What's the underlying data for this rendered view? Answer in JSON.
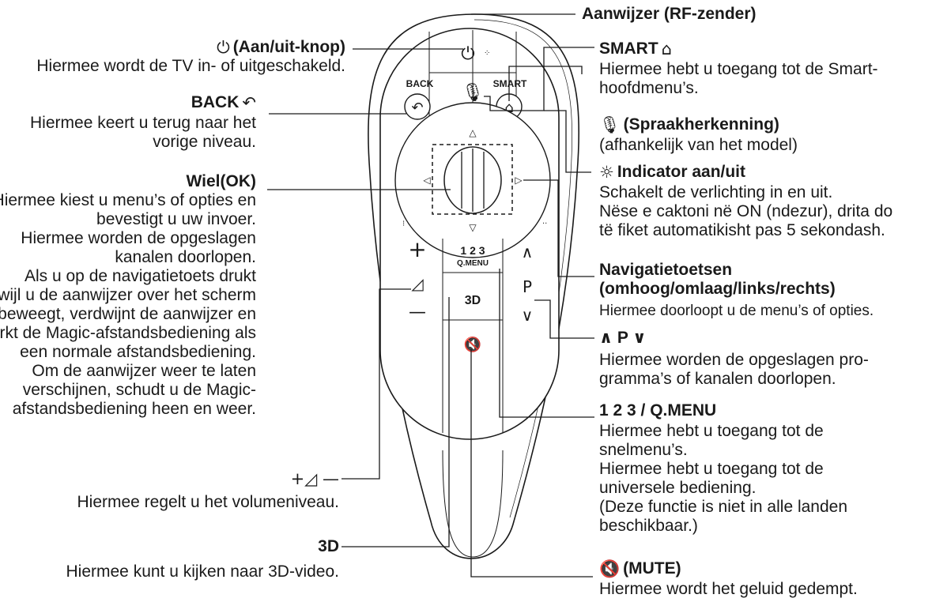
{
  "left": {
    "power": {
      "glyph": "⏻",
      "title": "(Aan/uit-knop)",
      "desc": [
        "Hiermee wordt de TV in- of uitgeschakeld."
      ]
    },
    "back": {
      "title": "BACK",
      "glyph": "↶",
      "desc": [
        "Hiermee keert u terug naar het",
        "vorige niveau."
      ]
    },
    "wheel": {
      "title": "Wiel(OK)",
      "desc": [
        "Hiermee kiest u menu’s of opties en",
        "bevestigt u uw invoer.",
        "Hiermee worden de opgeslagen",
        "kanalen doorlopen.",
        "Als u op de navigatietoets drukt",
        "terwijl u de aanwijzer over het scherm",
        "beweegt, verdwijnt de aanwijzer en",
        "werkt de Magic-afstandsbediening als",
        "een normale afstandsbediening.",
        "Om de aanwijzer weer te laten",
        "verschijnen, schudt u de Magic-",
        "afstandsbediening heen en weer."
      ]
    },
    "volume": {
      "glyph": "+◿ —",
      "desc": [
        "Hiermee regelt u het volumeniveau."
      ]
    },
    "three_d": {
      "glyph": "3D",
      "desc": [
        "Hiermee kunt u kijken naar 3D-video."
      ]
    }
  },
  "right": {
    "pointer": {
      "title": "Aanwijzer (RF-zender)"
    },
    "smart": {
      "title": "SMART",
      "glyph": "⌂",
      "desc": [
        "Hiermee hebt u toegang tot de Smart-",
        "hoofdmenu’s."
      ]
    },
    "voice": {
      "glyph": "🎙",
      "title": "(Spraakherkenning)",
      "desc": [
        "(afhankelijk van het model)"
      ]
    },
    "indicator": {
      "glyph": "☼",
      "title": "Indicator aan/uit",
      "desc": [
        "Schakelt de verlichting in en uit.",
        "Nëse e caktoni në ON (ndezur), drita do",
        "të fiket automatikisht pas 5 sekondash."
      ]
    },
    "navigation": {
      "title": [
        "Navigatietoetsen",
        "(omhoog/omlaag/links/rechts)"
      ],
      "desc": [
        "Hiermee doorloopt u de menu’s of opties."
      ]
    },
    "program": {
      "title": "∧ P ∨",
      "desc": [
        "Hiermee worden de opgeslagen pro-",
        "gramma’s of kanalen doorlopen."
      ]
    },
    "qmenu": {
      "title": "1 2 3 / Q.MENU",
      "desc": [
        "Hiermee hebt u toegang tot de",
        "snelmenu’s.",
        "Hiermee hebt u toegang tot de",
        "universele bediening.",
        "(Deze functie is niet in alle landen",
        "beschikbaar.)"
      ]
    },
    "mute": {
      "glyph": "🔇",
      "title": "(MUTE)",
      "desc": [
        "Hiermee wordt het geluid gedempt."
      ]
    }
  },
  "remote": {
    "back_label": "BACK",
    "smart_label": "SMART",
    "qmenu_num": "1 2 3",
    "qmenu_label": "Q.MENU",
    "p_label": "P",
    "three_d_label": "3D",
    "plus_label": "+",
    "minus_label": "—"
  }
}
